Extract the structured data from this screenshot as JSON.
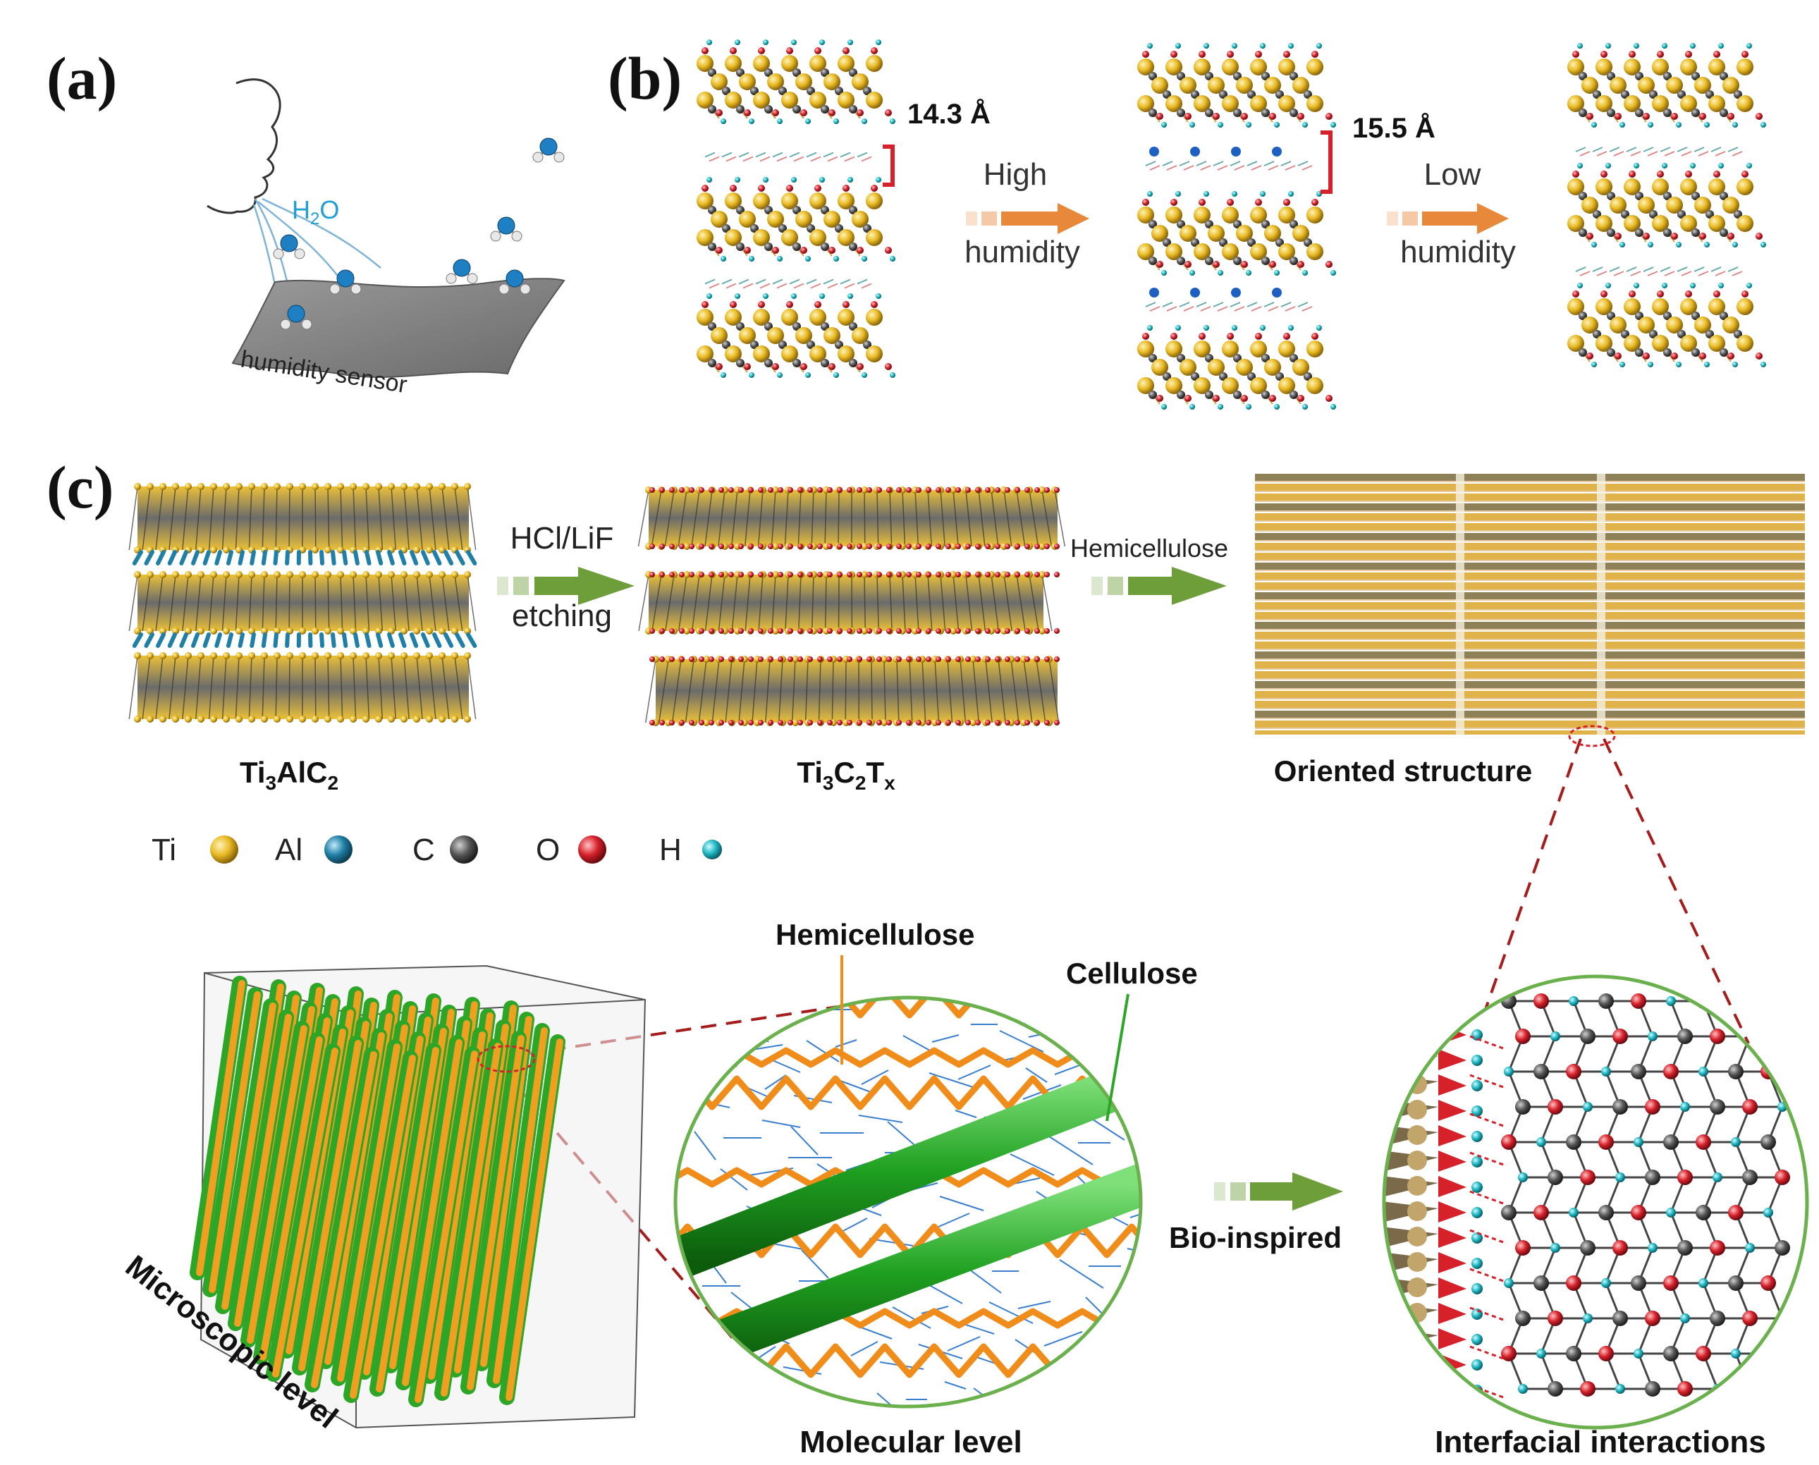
{
  "panel_labels": {
    "a": "(a)",
    "b": "(b)",
    "c": "(c)"
  },
  "panel_a": {
    "water_label": "H",
    "water_sub": "2",
    "water_end": "O",
    "sensor_label": "humidity sensor"
  },
  "panel_b": {
    "spacing_1": "14.3 Å",
    "spacing_2": "15.5 Å",
    "arrow_1_top": "High",
    "arrow_1_bottom": "humidity",
    "arrow_2_top": "Low",
    "arrow_2_bottom": "humidity"
  },
  "panel_c": {
    "step_1_top": "HCl/LiF",
    "step_1_bottom": "etching",
    "step_2_top": "Hemicellulose",
    "struct_1": {
      "a": "Ti",
      "s1": "3",
      "b": "AlC",
      "s2": "2"
    },
    "struct_2": {
      "a": "Ti",
      "s1": "3",
      "b": "C",
      "s2": "2",
      "c": "T",
      "s3": "x"
    },
    "struct_3": "Oriented structure",
    "legend": [
      {
        "label": "Ti",
        "color": "#e8b923"
      },
      {
        "label": "Al",
        "color": "#1f7fa6"
      },
      {
        "label": "C",
        "color": "#555555"
      },
      {
        "label": "O",
        "color": "#d6202a"
      },
      {
        "label": "H",
        "color": "#1fb8c4"
      }
    ],
    "hemicellulose_label": "Hemicellulose",
    "cellulose_label": "Cellulose",
    "bio_label": "Bio-inspired",
    "micro_label": "Microscopic level",
    "molecular_label": "Molecular level",
    "interfacial_label": "Interfacial interactions"
  },
  "colors": {
    "ti": "#e8b923",
    "al": "#1f7fa6",
    "c": "#555555",
    "o": "#d6202a",
    "h": "#1fb8c4",
    "orange_arrow": "#e8883a",
    "green_arrow": "#6e9e3a",
    "cellulose": "#2da628",
    "hemicellulose": "#f08c1a",
    "bracket": "#d6202a",
    "dash_red": "#a51c1c"
  }
}
